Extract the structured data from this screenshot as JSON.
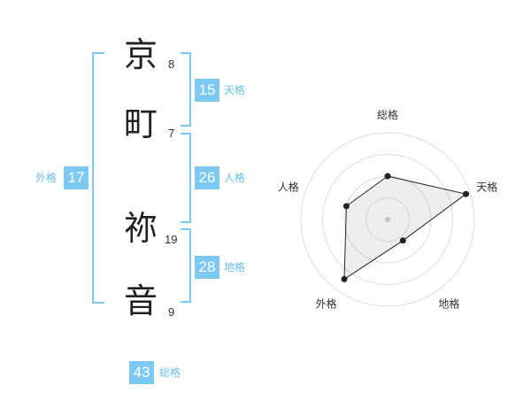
{
  "accent_color": "#7ccaf4",
  "label_color": "#6cc0ee",
  "name": {
    "chars": [
      {
        "char": "京",
        "strokes": "8"
      },
      {
        "char": "町",
        "strokes": "7"
      },
      {
        "char": "祢",
        "strokes": "19"
      },
      {
        "char": "音",
        "strokes": "9"
      }
    ]
  },
  "fortune": {
    "tenkaku": {
      "label": "天格",
      "value": "15"
    },
    "jinkaku": {
      "label": "人格",
      "value": "26"
    },
    "chikaku": {
      "label": "地格",
      "value": "28"
    },
    "gaikaku": {
      "label": "外格",
      "value": "17"
    },
    "soukaku": {
      "label": "総格",
      "value": "43"
    }
  },
  "chart_data": {
    "type": "radar",
    "axes": [
      "総格",
      "天格",
      "地格",
      "外格",
      "人格"
    ],
    "values": [
      0.5,
      0.95,
      0.3,
      0.85,
      0.5
    ],
    "rings": 4,
    "range": [
      0,
      1
    ]
  }
}
